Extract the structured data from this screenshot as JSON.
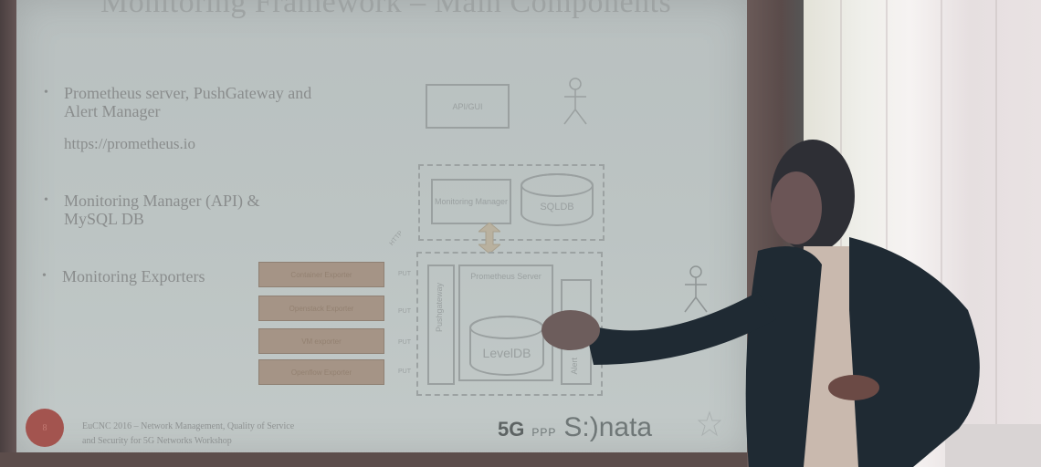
{
  "slide": {
    "title": "Monitoring Framework – Main Components",
    "bullets": [
      {
        "text": "Prometheus server, PushGateway and Alert Manager",
        "line1": "Prometheus server, PushGateway and",
        "line2": "Alert Manager"
      },
      {
        "text": "Monitoring Manager (API) & MySQL DB",
        "line1": "Monitoring Manager (API) &",
        "line2": "MySQL DB"
      },
      {
        "text": "Monitoring Exporters"
      }
    ],
    "link": "https://prometheus.io",
    "diagram": {
      "api_gui": "API/GUI",
      "monitoring_manager": "Monitoring Manager",
      "sqldb": "SQLDB",
      "prometheus_server": "Prometheus Server",
      "leveldb": "LevelDB",
      "pushgateway": "Pushgateway",
      "alertmanager": "Alert",
      "exporters": [
        "Container Exporter",
        "Openstack Exporter",
        "VM exporter",
        "Openflow Exporter"
      ],
      "put_labels": [
        "PUT",
        "PUT",
        "PUT",
        "PUT"
      ],
      "arrow_label": "HTTP"
    },
    "footer": {
      "page_number": "8",
      "text": "EuCNC 2016 – Network Management, Quality of Service and Security for 5G Networks Workshop",
      "line1": "EuCNC 2016 – Network Management, Quality of Service",
      "line2": "and Security for 5G Networks Workshop"
    },
    "logos": {
      "g5": "5G",
      "ppp": "PPP",
      "sonata": "S:)nata"
    }
  },
  "colors": {
    "slide_bg": "#bcc4c3",
    "exporter_fill": "#a59486",
    "page_badge": "#a3544f",
    "suit": "#1f2a33"
  }
}
